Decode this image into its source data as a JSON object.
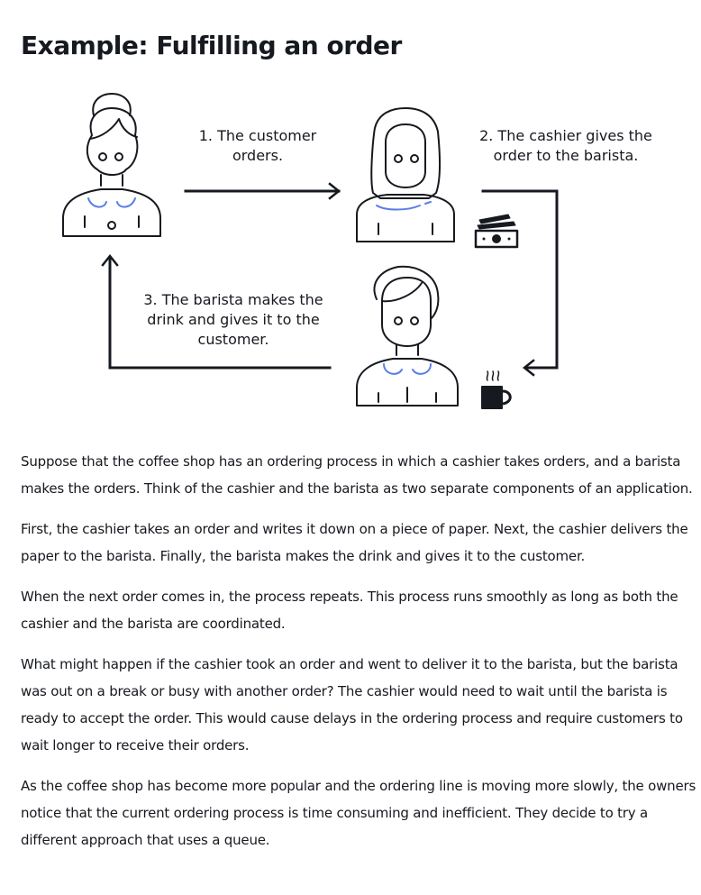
{
  "heading": "Example: Fulfilling an order",
  "diagram": {
    "steps": [
      {
        "label": "1. The customer\norders."
      },
      {
        "label": "2. The cashier gives the\norder to the barista."
      },
      {
        "label": "3. The barista makes the\ndrink and gives it to the\ncustomer."
      }
    ],
    "actors": [
      "customer-icon",
      "cashier-icon",
      "barista-icon"
    ],
    "items": [
      "money-icon",
      "coffee-cup-icon"
    ],
    "colors": {
      "line": "#16191f",
      "accent": "#5a7ee6"
    }
  },
  "paragraphs": [
    "Suppose that the coffee shop has an ordering process in which a cashier takes orders, and a barista makes the orders. Think of the cashier and the barista as two separate components of an application.",
    "First, the cashier takes an order and writes it down on a piece of paper. Next, the cashier delivers the paper to the barista. Finally, the barista makes the drink and gives it to the customer.",
    "When the next order comes in, the process repeats. This process runs smoothly as long as both the cashier and the barista are coordinated.",
    "What might happen if the cashier took an order and went to deliver it to the barista, but the barista was out on a break or busy with another order? The cashier would need to wait until the barista is ready to accept the order. This would cause delays in the ordering process and require customers to wait longer to receive their orders.",
    "As the coffee shop has become more popular and the ordering line is moving more slowly, the owners notice that the current ordering process is time consuming and inefficient. They decide to try a different approach that uses a queue."
  ]
}
